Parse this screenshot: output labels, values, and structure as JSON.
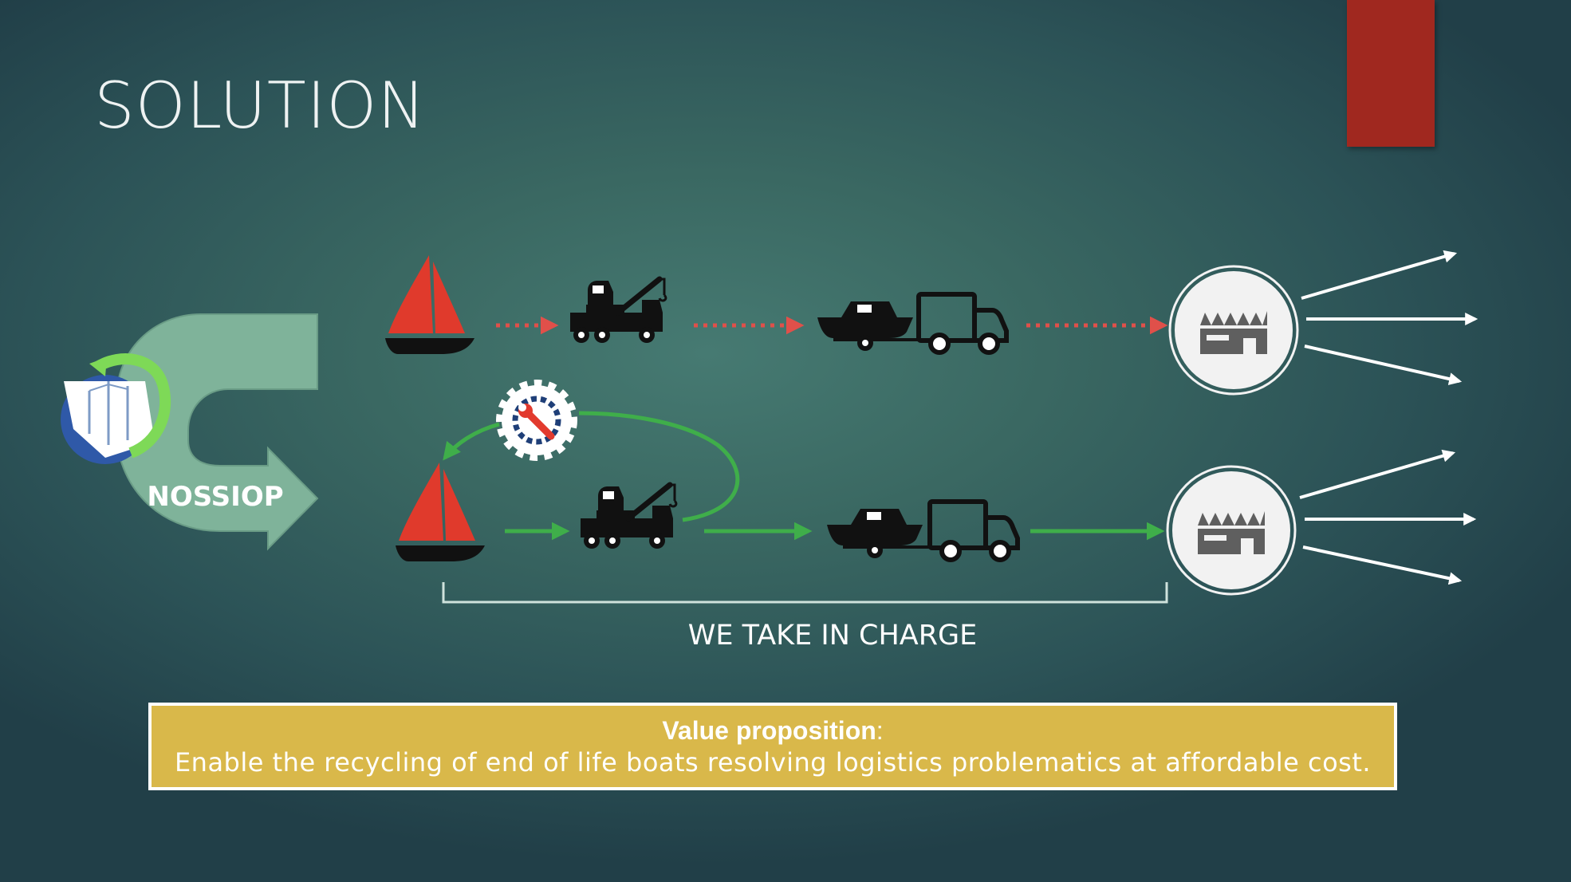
{
  "slide": {
    "title": "SOLUTION"
  },
  "diagram": {
    "brand_label": "NOSSIOP",
    "bracket_caption": "WE TAKE IN CHARGE",
    "icons": {
      "logo": "nossiop-logo-icon",
      "sailboat": "sailboat-icon",
      "tow_truck": "tow-truck-icon",
      "boat_trailer": "boat-on-trailer-icon",
      "delivery_truck": "delivery-truck-icon",
      "factory": "factory-icon",
      "gear": "gear-wrench-icon"
    },
    "colors": {
      "current_flow": "#e0504a",
      "nossiop_flow": "#3fae4a",
      "sail": "#e03a2c",
      "brand_arrow": "#7fb39a"
    }
  },
  "value_box": {
    "heading": "Value proposition",
    "separator": ":",
    "text": "Enable the recycling of end of life boats resolving logistics problematics at affordable cost.",
    "background": "#d9b84a"
  }
}
